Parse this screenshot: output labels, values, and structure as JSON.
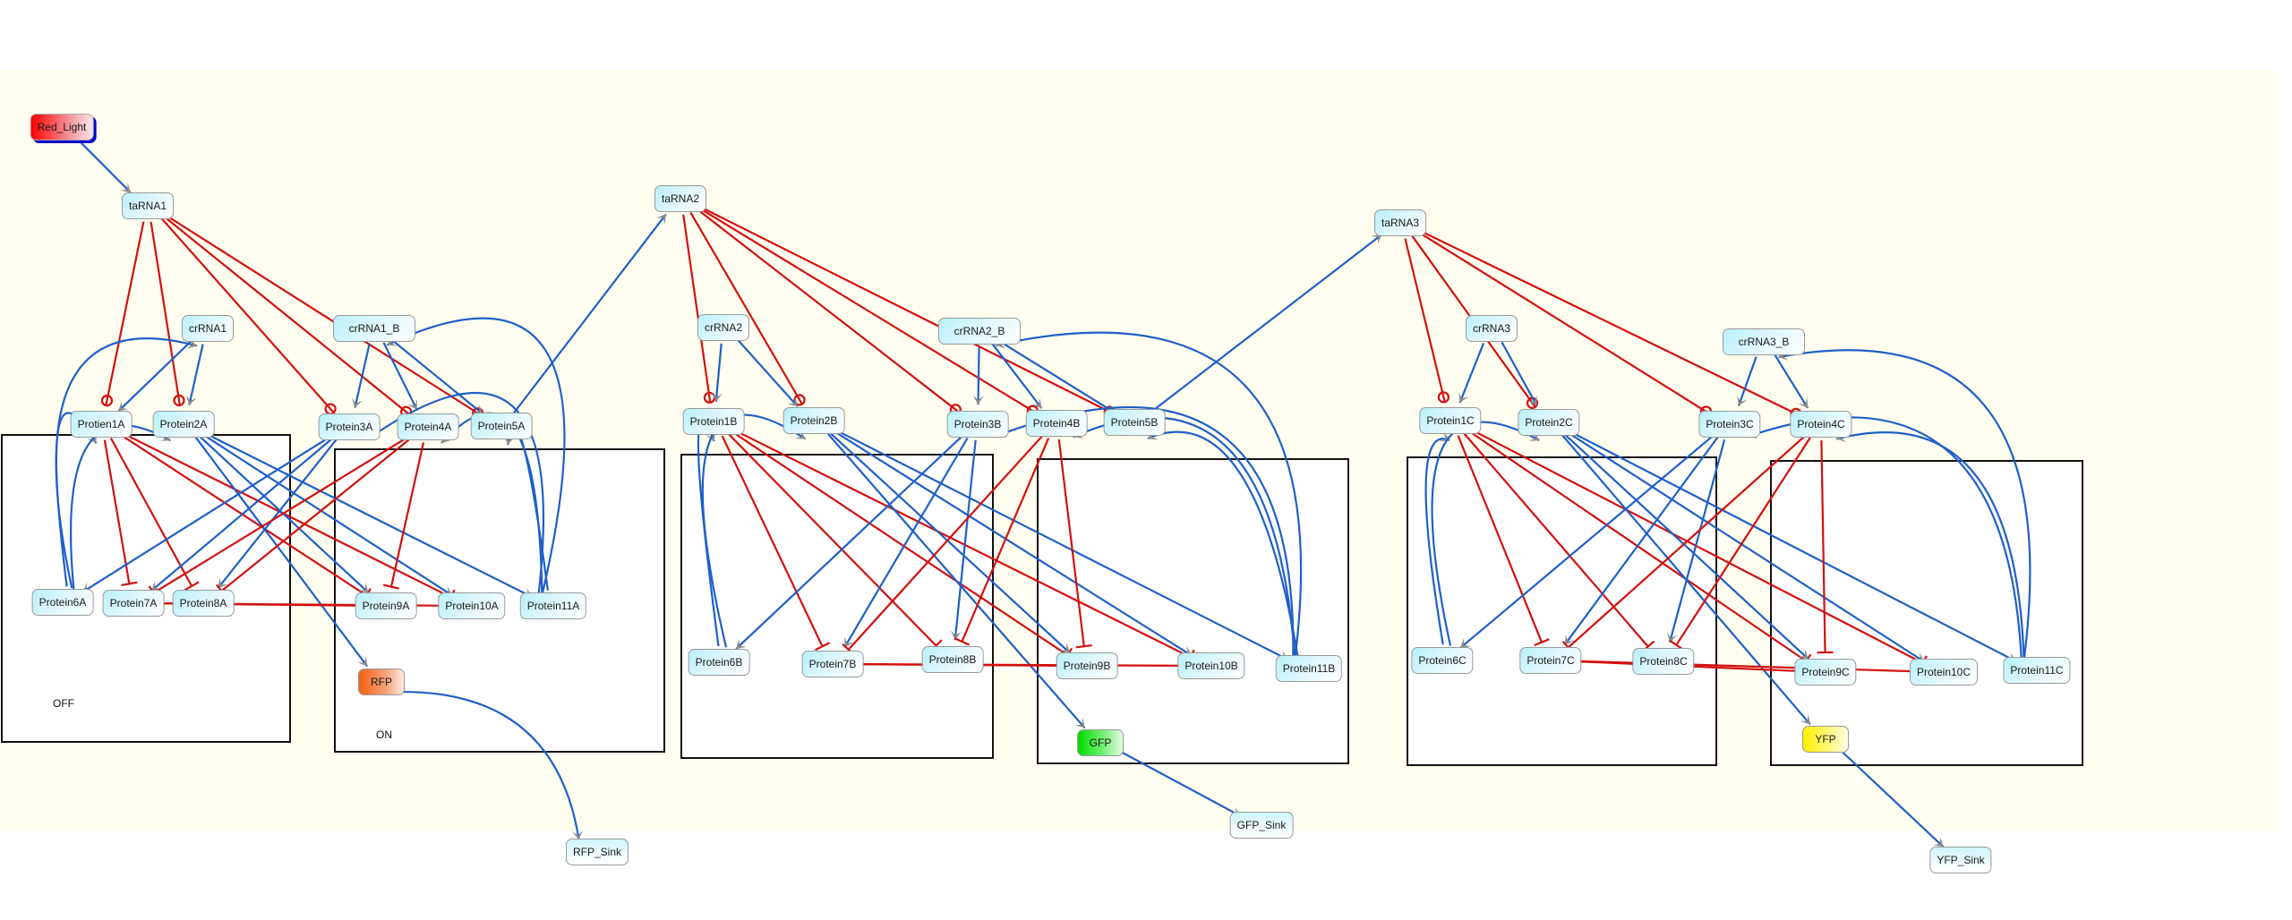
{
  "diagram": {
    "title": "",
    "colors": {
      "activation": "#1f5fc8",
      "repression": "#d21010",
      "arrowhead": "#8a8a8a",
      "canvas": "#fffef0",
      "region_border": "#111111"
    },
    "state_labels": {
      "off": "OFF",
      "on": "ON"
    },
    "nodes": {
      "red_light": "Red_Light",
      "tarna1": "taRNA1",
      "crrna1": "crRNA1",
      "crrna1_b": "crRNA1_B",
      "p1a": "Protien1A",
      "p2a": "Protein2A",
      "p3a": "Protein3A",
      "p4a": "Protein4A",
      "p5a": "Protein5A",
      "p6a": "Protein6A",
      "p7a": "Protein7A",
      "p8a": "Protein8A",
      "p9a": "Protein9A",
      "p10a": "Protein10A",
      "p11a": "Protein11A",
      "rfp": "RFP",
      "rfp_sink": "RFP_Sink",
      "tarna2": "taRNA2",
      "crrna2": "crRNA2",
      "crrna2_b": "crRNA2_B",
      "p1b": "Protein1B",
      "p2b": "Protein2B",
      "p3b": "Protein3B",
      "p4b": "Protein4B",
      "p5b": "Protein5B",
      "p6b": "Protein6B",
      "p7b": "Protein7B",
      "p8b": "Protein8B",
      "p9b": "Protein9B",
      "p10b": "Protein10B",
      "p11b": "Protein11B",
      "gfp": "GFP",
      "gfp_sink": "GFP_Sink",
      "tarna3": "taRNA3",
      "crrna3": "crRNA3",
      "crrna3_b": "crRNA3_B",
      "p1c": "Protein1C",
      "p2c": "Protein2C",
      "p3c": "Protein3C",
      "p4c": "Protein4C",
      "p6c": "Protein6C",
      "p7c": "Protein7C",
      "p8c": "Protein8C",
      "p9c": "Protein9C",
      "p10c": "Protein10C",
      "p11c": "Protein11C",
      "yfp": "YFP",
      "yfp_sink": "YFP_Sink"
    },
    "edges": [
      {
        "from": "red_light",
        "to": "tarna1",
        "type": "activation"
      },
      {
        "from": "tarna1",
        "to": "p1a",
        "type": "rna-repression"
      },
      {
        "from": "tarna1",
        "to": "p2a",
        "type": "rna-repression"
      },
      {
        "from": "tarna1",
        "to": "p3a",
        "type": "rna-repression"
      },
      {
        "from": "tarna1",
        "to": "p4a",
        "type": "rna-repression"
      },
      {
        "from": "tarna1",
        "to": "p5a",
        "type": "rna-repression"
      },
      {
        "from": "crrna1",
        "to": "p1a",
        "type": "activation"
      },
      {
        "from": "crrna1",
        "to": "p2a",
        "type": "activation"
      },
      {
        "from": "crrna1_b",
        "to": "p3a",
        "type": "activation"
      },
      {
        "from": "crrna1_b",
        "to": "p4a",
        "type": "activation"
      },
      {
        "from": "crrna1_b",
        "to": "p5a",
        "type": "activation"
      },
      {
        "from": "p6a",
        "to": "crrna1",
        "type": "activation"
      },
      {
        "from": "p6a",
        "to": "p1a",
        "type": "activation"
      },
      {
        "from": "p6a",
        "to": "p2a",
        "type": "activation"
      },
      {
        "from": "p11a",
        "to": "crrna1_b",
        "type": "activation"
      },
      {
        "from": "p11a",
        "to": "p3a",
        "type": "activation"
      },
      {
        "from": "p11a",
        "to": "p4a",
        "type": "activation"
      },
      {
        "from": "p11a",
        "to": "p5a",
        "type": "activation"
      },
      {
        "from": "p5a",
        "to": "tarna2",
        "type": "activation"
      },
      {
        "from": "p1a",
        "to": "p7a",
        "type": "repression"
      },
      {
        "from": "p1a",
        "to": "p8a",
        "type": "repression"
      },
      {
        "from": "p1a",
        "to": "p9a",
        "type": "repression"
      },
      {
        "from": "p1a",
        "to": "p10a",
        "type": "repression"
      },
      {
        "from": "p2a",
        "to": "p9a",
        "type": "activation"
      },
      {
        "from": "p2a",
        "to": "p10a",
        "type": "activation"
      },
      {
        "from": "p2a",
        "to": "p11a",
        "type": "activation"
      },
      {
        "from": "p2a",
        "to": "rfp",
        "type": "activation"
      },
      {
        "from": "p3a",
        "to": "p6a",
        "type": "activation"
      },
      {
        "from": "p3a",
        "to": "p7a",
        "type": "activation"
      },
      {
        "from": "p3a",
        "to": "p8a",
        "type": "activation"
      },
      {
        "from": "p4a",
        "to": "p7a",
        "type": "repression"
      },
      {
        "from": "p4a",
        "to": "p8a",
        "type": "repression"
      },
      {
        "from": "p4a",
        "to": "p9a",
        "type": "repression"
      },
      {
        "from": "p7a",
        "to": "p10a",
        "type": "repression"
      },
      {
        "from": "p7a",
        "to": "p9a",
        "type": "repression"
      },
      {
        "from": "rfp",
        "to": "rfp_sink",
        "type": "activation"
      },
      {
        "from": "tarna2",
        "to": "p1b",
        "type": "rna-repression"
      },
      {
        "from": "tarna2",
        "to": "p2b",
        "type": "rna-repression"
      },
      {
        "from": "tarna2",
        "to": "p3b",
        "type": "rna-repression"
      },
      {
        "from": "tarna2",
        "to": "p4b",
        "type": "rna-repression"
      },
      {
        "from": "tarna2",
        "to": "p5b",
        "type": "rna-repression"
      },
      {
        "from": "crrna2",
        "to": "p1b",
        "type": "activation"
      },
      {
        "from": "crrna2",
        "to": "p2b",
        "type": "activation"
      },
      {
        "from": "crrna2_b",
        "to": "p3b",
        "type": "activation"
      },
      {
        "from": "crrna2_b",
        "to": "p4b",
        "type": "activation"
      },
      {
        "from": "crrna2_b",
        "to": "p5b",
        "type": "activation"
      },
      {
        "from": "p6b",
        "to": "p1b",
        "type": "activation"
      },
      {
        "from": "p6b",
        "to": "p2b",
        "type": "activation"
      },
      {
        "from": "p11b",
        "to": "crrna2_b",
        "type": "activation"
      },
      {
        "from": "p11b",
        "to": "p3b",
        "type": "activation"
      },
      {
        "from": "p11b",
        "to": "p4b",
        "type": "activation"
      },
      {
        "from": "p11b",
        "to": "p5b",
        "type": "activation"
      },
      {
        "from": "p5b",
        "to": "tarna3",
        "type": "activation"
      },
      {
        "from": "p1b",
        "to": "p7b",
        "type": "repression"
      },
      {
        "from": "p1b",
        "to": "p8b",
        "type": "repression"
      },
      {
        "from": "p1b",
        "to": "p9b",
        "type": "repression"
      },
      {
        "from": "p1b",
        "to": "p10b",
        "type": "repression"
      },
      {
        "from": "p2b",
        "to": "p9b",
        "type": "activation"
      },
      {
        "from": "p2b",
        "to": "p10b",
        "type": "activation"
      },
      {
        "from": "p2b",
        "to": "p11b",
        "type": "activation"
      },
      {
        "from": "p2b",
        "to": "gfp",
        "type": "activation"
      },
      {
        "from": "p3b",
        "to": "p6b",
        "type": "activation"
      },
      {
        "from": "p3b",
        "to": "p7b",
        "type": "activation"
      },
      {
        "from": "p3b",
        "to": "p8b",
        "type": "activation"
      },
      {
        "from": "p4b",
        "to": "p7b",
        "type": "repression"
      },
      {
        "from": "p4b",
        "to": "p8b",
        "type": "repression"
      },
      {
        "from": "p4b",
        "to": "p9b",
        "type": "repression"
      },
      {
        "from": "p7b",
        "to": "p10b",
        "type": "repression"
      },
      {
        "from": "p7b",
        "to": "p9b",
        "type": "repression"
      },
      {
        "from": "gfp",
        "to": "gfp_sink",
        "type": "activation"
      },
      {
        "from": "tarna3",
        "to": "p1c",
        "type": "rna-repression"
      },
      {
        "from": "tarna3",
        "to": "p2c",
        "type": "rna-repression"
      },
      {
        "from": "tarna3",
        "to": "p3c",
        "type": "rna-repression"
      },
      {
        "from": "tarna3",
        "to": "p4c",
        "type": "rna-repression"
      },
      {
        "from": "crrna3",
        "to": "p1c",
        "type": "activation"
      },
      {
        "from": "crrna3",
        "to": "p2c",
        "type": "activation"
      },
      {
        "from": "crrna3_b",
        "to": "p3c",
        "type": "activation"
      },
      {
        "from": "crrna3_b",
        "to": "p4c",
        "type": "activation"
      },
      {
        "from": "p6c",
        "to": "p1c",
        "type": "activation"
      },
      {
        "from": "p6c",
        "to": "p2c",
        "type": "activation"
      },
      {
        "from": "p11c",
        "to": "crrna3_b",
        "type": "activation"
      },
      {
        "from": "p11c",
        "to": "p3c",
        "type": "activation"
      },
      {
        "from": "p11c",
        "to": "p4c",
        "type": "activation"
      },
      {
        "from": "p1c",
        "to": "p7c",
        "type": "repression"
      },
      {
        "from": "p1c",
        "to": "p8c",
        "type": "repression"
      },
      {
        "from": "p1c",
        "to": "p9c",
        "type": "repression"
      },
      {
        "from": "p1c",
        "to": "p10c",
        "type": "repression"
      },
      {
        "from": "p2c",
        "to": "p9c",
        "type": "activation"
      },
      {
        "from": "p2c",
        "to": "p10c",
        "type": "activation"
      },
      {
        "from": "p2c",
        "to": "p11c",
        "type": "activation"
      },
      {
        "from": "p2c",
        "to": "yfp",
        "type": "activation"
      },
      {
        "from": "p3c",
        "to": "p6c",
        "type": "activation"
      },
      {
        "from": "p3c",
        "to": "p7c",
        "type": "activation"
      },
      {
        "from": "p3c",
        "to": "p8c",
        "type": "activation"
      },
      {
        "from": "p4c",
        "to": "p7c",
        "type": "repression"
      },
      {
        "from": "p4c",
        "to": "p8c",
        "type": "repression"
      },
      {
        "from": "p4c",
        "to": "p9c",
        "type": "repression"
      },
      {
        "from": "p7c",
        "to": "p10c",
        "type": "repression"
      },
      {
        "from": "p7c",
        "to": "p9c",
        "type": "repression"
      },
      {
        "from": "yfp",
        "to": "yfp_sink",
        "type": "activation"
      }
    ]
  }
}
